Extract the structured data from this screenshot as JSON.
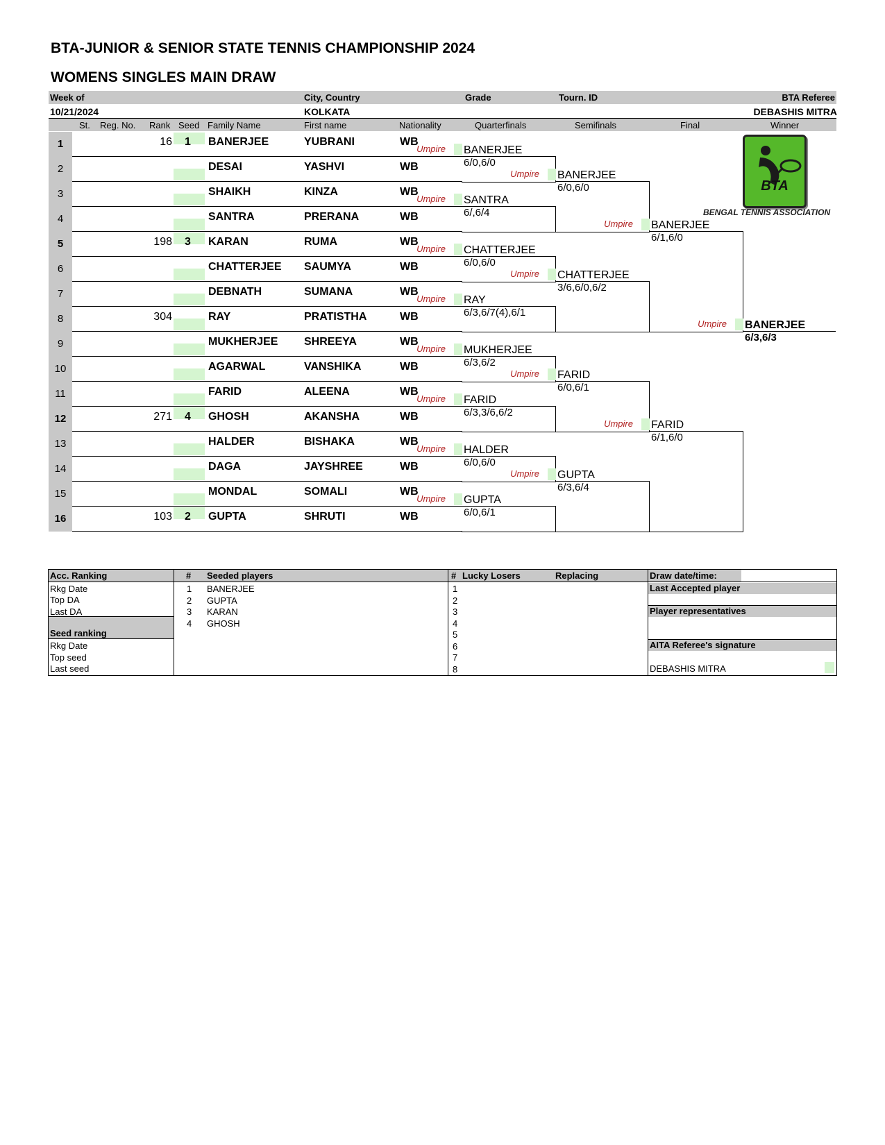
{
  "header": {
    "title1": "BTA-JUNIOR & SENIOR STATE TENNIS CHAMPIONSHIP 2024",
    "title2": "WOMENS SINGLES MAIN DRAW",
    "week_label": "Week of",
    "week_value": "10/21/2024",
    "city_label": "City, Country",
    "city_value": "KOLKATA",
    "grade_label": "Grade",
    "tourn_label": "Tourn. ID",
    "referee_label": "BTA Referee",
    "referee_value": "DEBASHIS MITRA"
  },
  "columns": {
    "st": "St.",
    "reg": "Reg. No.",
    "rank": "Rank",
    "seed": "Seed",
    "family": "Family Name",
    "first": "First name",
    "nat": "Nationality",
    "qf": "Quarterfinals",
    "sf": "Semifinals",
    "final": "Final",
    "winner": "Winner"
  },
  "players": [
    {
      "num": "1",
      "rank": "16",
      "seed": "1",
      "family": "BANERJEE",
      "first": "YUBRANI",
      "nat": "WB"
    },
    {
      "num": "2",
      "rank": "",
      "seed": "",
      "family": "DESAI",
      "first": "YASHVI",
      "nat": "WB"
    },
    {
      "num": "3",
      "rank": "",
      "seed": "",
      "family": "SHAIKH",
      "first": "KINZA",
      "nat": "WB"
    },
    {
      "num": "4",
      "rank": "",
      "seed": "",
      "family": "SANTRA",
      "first": "PRERANA",
      "nat": "WB"
    },
    {
      "num": "5",
      "rank": "198",
      "seed": "3",
      "family": "KARAN",
      "first": "RUMA",
      "nat": "WB"
    },
    {
      "num": "6",
      "rank": "",
      "seed": "",
      "family": "CHATTERJEE",
      "first": "SAUMYA",
      "nat": "WB"
    },
    {
      "num": "7",
      "rank": "",
      "seed": "",
      "family": "DEBNATH",
      "first": "SUMANA",
      "nat": "WB"
    },
    {
      "num": "8",
      "rank": "304",
      "seed": "",
      "family": "RAY",
      "first": "PRATISTHA",
      "nat": "WB"
    },
    {
      "num": "9",
      "rank": "",
      "seed": "",
      "family": "MUKHERJEE",
      "first": "SHREEYA",
      "nat": "WB"
    },
    {
      "num": "10",
      "rank": "",
      "seed": "",
      "family": "AGARWAL",
      "first": "VANSHIKA",
      "nat": "WB"
    },
    {
      "num": "11",
      "rank": "",
      "seed": "",
      "family": "FARID",
      "first": "ALEENA",
      "nat": "WB"
    },
    {
      "num": "12",
      "rank": "271",
      "seed": "4",
      "family": "GHOSH",
      "first": "AKANSHA",
      "nat": "WB"
    },
    {
      "num": "13",
      "rank": "",
      "seed": "",
      "family": "HALDER",
      "first": "BISHAKA",
      "nat": "WB"
    },
    {
      "num": "14",
      "rank": "",
      "seed": "",
      "family": "DAGA",
      "first": "JAYSHREE",
      "nat": "WB"
    },
    {
      "num": "15",
      "rank": "",
      "seed": "",
      "family": "MONDAL",
      "first": "SOMALI",
      "nat": "WB"
    },
    {
      "num": "16",
      "rank": "103",
      "seed": "2",
      "family": "GUPTA",
      "first": "SHRUTI",
      "nat": "WB"
    }
  ],
  "umpire_label": "Umpire",
  "round1": [
    {
      "name": "BANERJEE",
      "score": "6/0,6/0"
    },
    {
      "name": "SANTRA",
      "score": "6/,6/4"
    },
    {
      "name": "CHATTERJEE",
      "score": "6/0,6/0"
    },
    {
      "name": "RAY",
      "score": "6/3,6/7(4),6/1"
    },
    {
      "name": "MUKHERJEE",
      "score": "6/3,6/2"
    },
    {
      "name": "FARID",
      "score": "6/3,3/6,6/2"
    },
    {
      "name": "HALDER",
      "score": "6/0,6/0"
    },
    {
      "name": "GUPTA",
      "score": "6/0,6/1"
    }
  ],
  "round2": [
    {
      "name": "BANERJEE",
      "score": "6/0,6/0"
    },
    {
      "name": "CHATTERJEE",
      "score": "3/6,6/0,6/2"
    },
    {
      "name": "FARID",
      "score": "6/0,6/1"
    },
    {
      "name": "GUPTA",
      "score": "6/3,6/4"
    }
  ],
  "round3": [
    {
      "name": "BANERJEE",
      "score": "6/1,6/0"
    },
    {
      "name": "FARID",
      "score": "6/1,6/0"
    }
  ],
  "winner": {
    "name": "BANERJEE",
    "score": "6/3,6/3"
  },
  "logo": {
    "text": "BTA",
    "caption": "BENGAL TENNIS ASSOCIATION"
  },
  "bottom": {
    "acc_ranking": "Acc. Ranking",
    "rkg_date": "Rkg Date",
    "top_da": "Top DA",
    "last_da": "Last DA",
    "seed_ranking": "Seed ranking",
    "rkg_date2": "Rkg Date",
    "top_seed": "Top seed",
    "last_seed": "Last seed",
    "hash": "#",
    "seeded_players": "Seeded players",
    "seeded": [
      "BANERJEE",
      "GUPTA",
      "KARAN",
      "GHOSH"
    ],
    "lucky_losers": "Lucky Losers",
    "replacing": "Replacing",
    "ll_nums": [
      "1",
      "2",
      "3",
      "4",
      "5",
      "6",
      "7",
      "8"
    ],
    "seed_nums": [
      "1",
      "2",
      "3",
      "4"
    ],
    "draw_date": "Draw date/time:",
    "last_accepted": "Last Accepted player",
    "player_reps": "Player representatives",
    "referee_sig": "AITA Referee's signature",
    "referee_name": "DEBASHIS MITRA"
  }
}
